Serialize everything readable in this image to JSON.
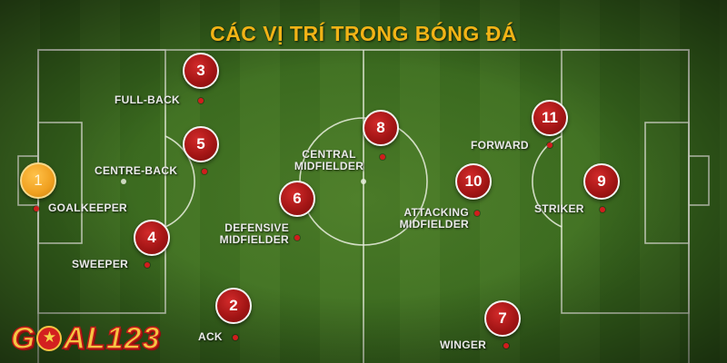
{
  "title": "CÁC VỊ TRÍ TRONG BÓNG ĐÁ",
  "logo": {
    "text_left": "G",
    "text_right": "AL123",
    "icon": "star-ball-icon"
  },
  "colors": {
    "title": "#f2b316",
    "marker": "#b51818",
    "goalkeeper_marker": "#f0a020",
    "label": "#e9e9e9",
    "label_dot": "#d11d1d"
  },
  "positions": [
    {
      "number": "1",
      "label": "GOALKEEPER"
    },
    {
      "number": "2",
      "label": "ACK"
    },
    {
      "number": "3",
      "label": "FULL-BACK"
    },
    {
      "number": "4",
      "label": "SWEEPER"
    },
    {
      "number": "5",
      "label": "CENTRE-BACK"
    },
    {
      "number": "6",
      "label": "DEFENSIVE MIDFIELDER",
      "line1": "DEFENSIVE",
      "line2": "MIDFIELDER"
    },
    {
      "number": "7",
      "label": "WINGER"
    },
    {
      "number": "8",
      "label": "CENTRAL MIDFIELDER",
      "line1": "CENTRAL",
      "line2": "MIDFIELDER"
    },
    {
      "number": "9",
      "label": "STRIKER"
    },
    {
      "number": "10",
      "label": "ATTACKING MIDFIELDER",
      "line1": "ATTACKING",
      "line2": "MIDFIELDER"
    },
    {
      "number": "11",
      "label": "FORWARD"
    }
  ]
}
